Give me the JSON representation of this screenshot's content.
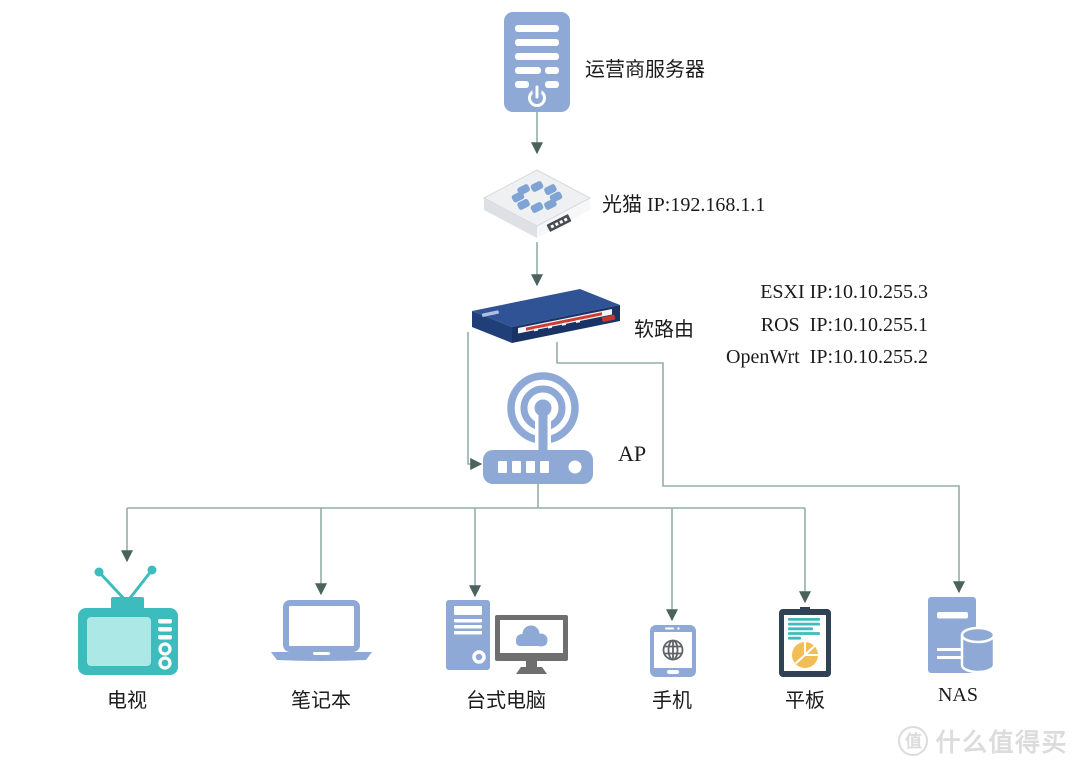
{
  "colors": {
    "device_blue": "#8ea9d6",
    "teal": "#3cbcbd",
    "teal_light": "#ace8e5",
    "line": "#94ada8",
    "arrow": "#4a635e",
    "router_top": "#2f5394",
    "router_front": "#1a3367",
    "router_front2": "#203f79",
    "router_red": "#cf3a31",
    "modem_face": "#eef0f2",
    "modem_dot": "#7fa3d4",
    "tablet_navy": "#2f4256",
    "pie_orange": "#f2bc57",
    "monitor_gray": "#6f6f6f",
    "globe_gray": "#5f6368",
    "text": "#1b1b1b",
    "watermark": "#dcdcdc"
  },
  "nodes": {
    "isp_server": {
      "label": "运营商服务器"
    },
    "modem": {
      "label": "光猫 IP:192.168.1.1"
    },
    "router": {
      "label": "软路由",
      "ip_lines": [
        "ESXI IP:10.10.255.3",
        "ROS  IP:10.10.255.1",
        "OpenWrt  IP:10.10.255.2"
      ]
    },
    "ap": {
      "label": "AP"
    },
    "tv": {
      "label": "电视"
    },
    "laptop": {
      "label": "笔记本"
    },
    "desktop": {
      "label": "台式电脑"
    },
    "phone": {
      "label": "手机"
    },
    "tablet": {
      "label": "平板"
    },
    "nas": {
      "label": "NAS"
    }
  },
  "edges": [
    {
      "from": "isp_server",
      "to": "modem"
    },
    {
      "from": "modem",
      "to": "router"
    },
    {
      "from": "router",
      "to": "ap"
    },
    {
      "from": "router",
      "to": "nas"
    },
    {
      "from": "ap",
      "to": "tv"
    },
    {
      "from": "ap",
      "to": "laptop"
    },
    {
      "from": "ap",
      "to": "desktop"
    },
    {
      "from": "ap",
      "to": "phone"
    },
    {
      "from": "ap",
      "to": "tablet"
    }
  ],
  "watermark": {
    "logo_char": "值",
    "text": "什么值得买"
  }
}
